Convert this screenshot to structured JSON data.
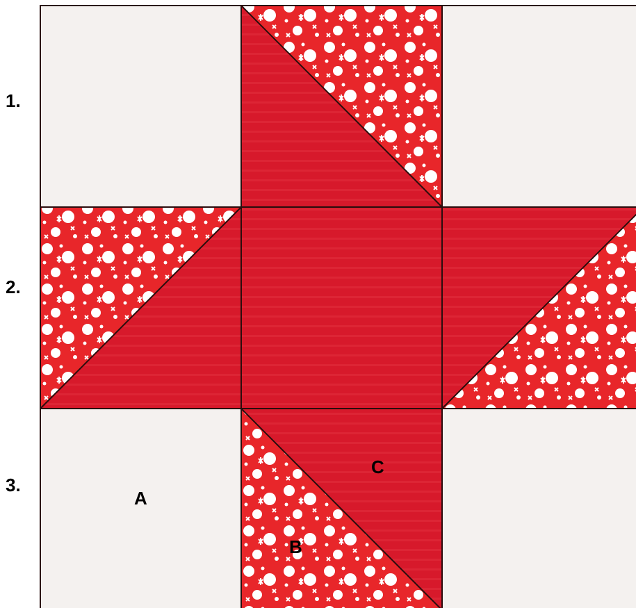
{
  "row_labels": [
    "1.",
    "2.",
    "3."
  ],
  "patch_labels": {
    "background": "A",
    "print_triangle": "B",
    "solid_triangle": "C"
  },
  "colors": {
    "background_fabric": "#f4f1ef",
    "solid_red": "#d7192b",
    "solid_red_stripe": "#e2303e",
    "print_red": "#e8262a",
    "print_dots": "#ffffff",
    "seam": "#2a0d0d"
  },
  "layout": {
    "grid": [
      [
        "background",
        "hst-print-top-right",
        "background"
      ],
      [
        "hst-print-top-left",
        "solid",
        "hst-print-bottom-right"
      ],
      [
        "background",
        "hst-print-bottom-left",
        "background"
      ]
    ]
  }
}
